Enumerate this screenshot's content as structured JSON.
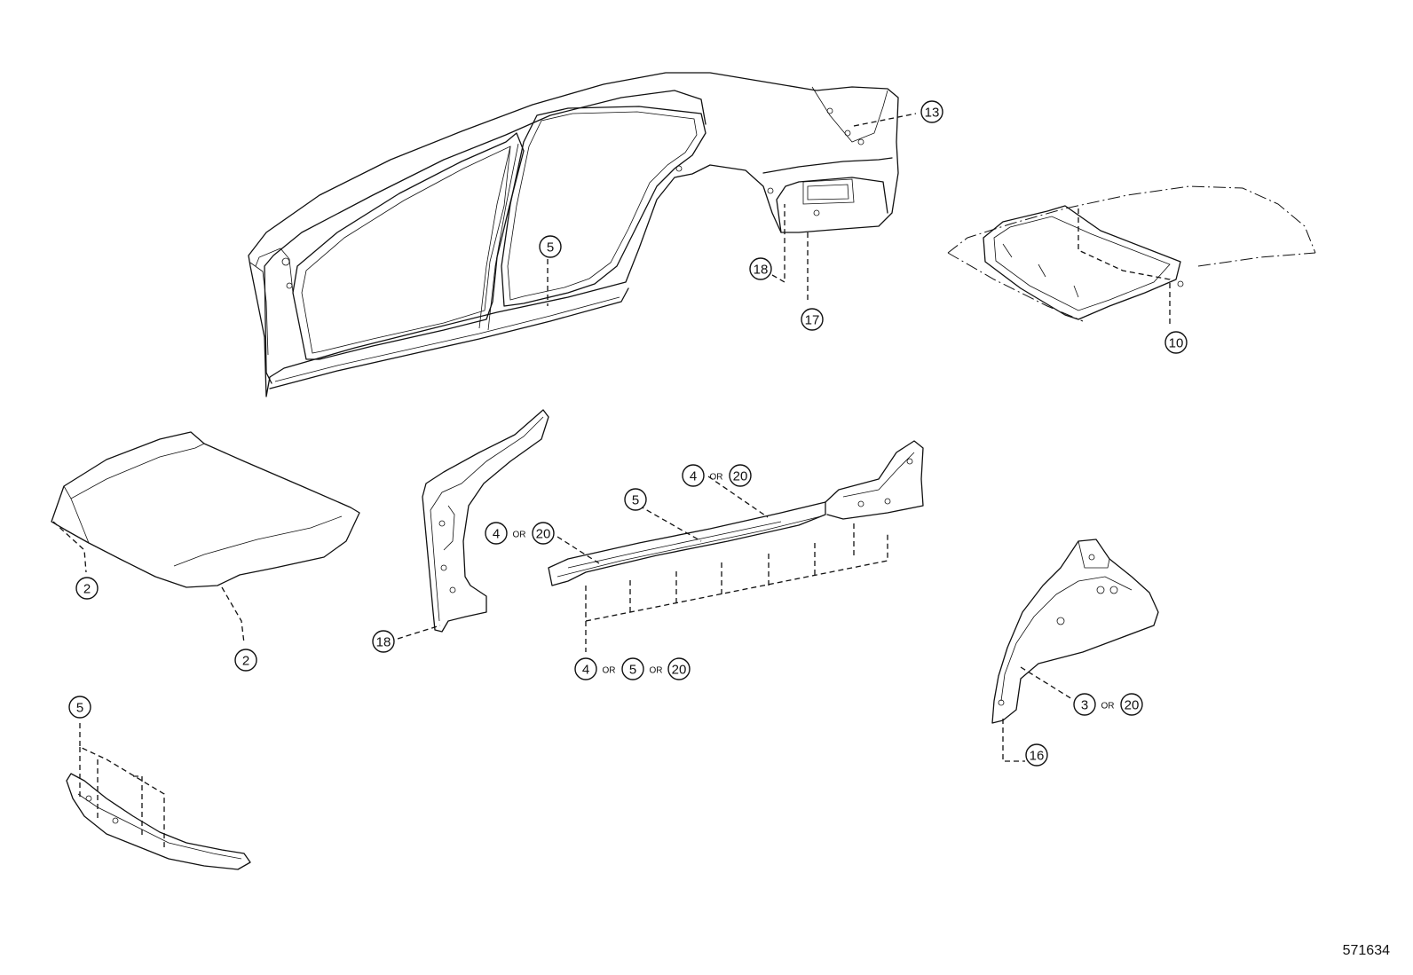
{
  "reference_number": "571634",
  "callouts": {
    "c13": "13",
    "c5_side": "5",
    "c18_rear": "18",
    "c17": "17",
    "c10": "10",
    "c2_hood_left": "2",
    "c2_hood_bottom": "2",
    "c18_pillar": "18",
    "c4_rocker_top": "4",
    "c20_rocker_top": "20",
    "c5_rocker_top": "5",
    "c4_rocker_mid": "4",
    "c20_rocker_mid": "20",
    "c4_rocker_bottom": "4",
    "c5_rocker_bottom": "5",
    "c20_rocker_bottom": "20",
    "c3_wheelhouse": "3",
    "c20_wheelhouse": "20",
    "c16": "16",
    "c5_support": "5"
  },
  "or_labels": {
    "rocker_top": "OR",
    "rocker_mid": "OR",
    "rocker_bottom_1": "OR",
    "rocker_bottom_2": "OR",
    "wheelhouse": "OR"
  }
}
